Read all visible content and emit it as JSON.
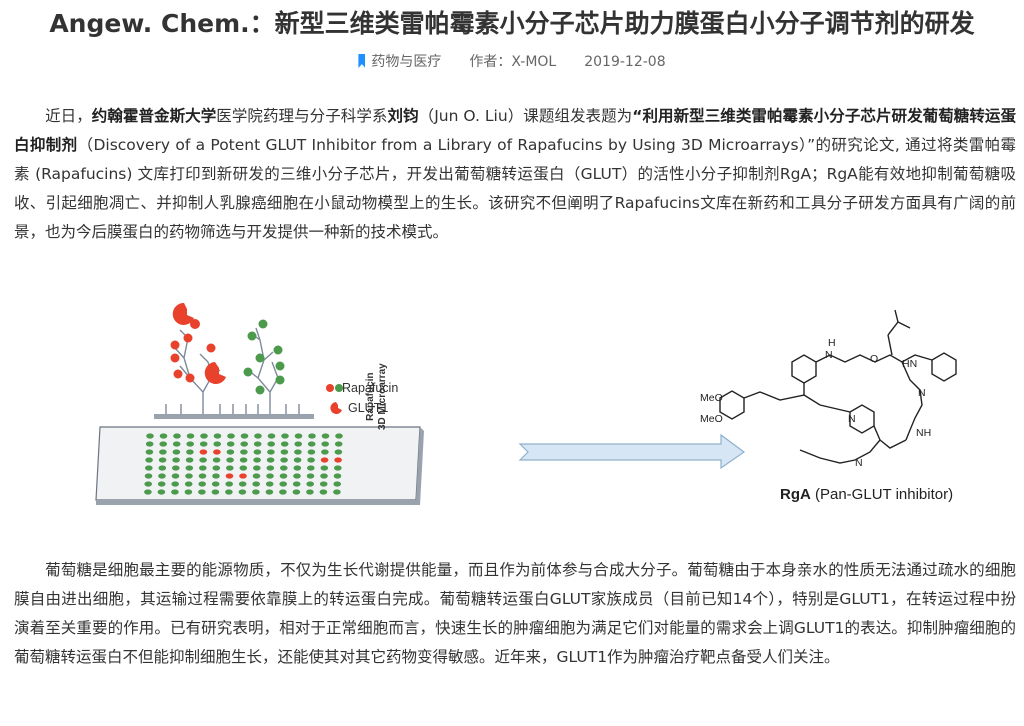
{
  "article": {
    "title": "Angew. Chem.：新型三维类雷帕霉素小分子芯片助力膜蛋白小分子调节剂的研发",
    "category": "药物与医疗",
    "author_label": "作者：X-MOL",
    "date": "2019-12-08"
  },
  "paragraph1": {
    "t1": "近日，",
    "b1": "约翰霍普金斯大学",
    "t2": "医学院药理与分子科学系",
    "b2": "刘钧",
    "t3": "（Jun O. Liu）课题组发表题为",
    "b3": "“利用新型三维类雷帕霉素小分子芯片研发葡萄糖转运蛋白抑制剂",
    "t4": "（Discovery of a Potent GLUT Inhibitor from a Library of Rapafucins by Using 3D Microarrays）”的研究论文, 通过将类雷帕霉素 (Rapafucins) 文库打印到新研发的三维小分子芯片，开发出葡萄糖转运蛋白（GLUT）的活性小分子抑制剂RgA；RgA能有效地抑制葡萄糖吸收、引起细胞凋亡、并抑制人乳腺癌细胞在小鼠动物模型上的生长。该研究不但阐明了Rapafucins文库在新药和工具分子研发方面具有广阔的前景，也为今后膜蛋白的药物筛选与开发提供一种新的技术模式。"
  },
  "figure": {
    "legend_rapafucin": "Rapafucin",
    "legend_glut1": "GLUT1",
    "chip_label_line1": "Rapafucin",
    "chip_label_line2": "3D Microarray",
    "compound_name": "RgA",
    "compound_desc": "(Pan-GLUT inhibitor)",
    "atom_labels": {
      "meo": "MeO",
      "nh": "NH",
      "hn": "HN",
      "n": "N",
      "o": "O",
      "h": "H"
    },
    "colors": {
      "red": "#e8412c",
      "green": "#4c9a4c",
      "arrow_fill": "#d6e6f5",
      "arrow_stroke": "#8fb0cc",
      "bookmark": "#1e90ff"
    }
  },
  "paragraph2": {
    "text": "葡萄糖是细胞最主要的能源物质，不仅为生长代谢提供能量，而且作为前体参与合成大分子。葡萄糖由于本身亲水的性质无法通过疏水的细胞膜自由进出细胞，其运输过程需要依靠膜上的转运蛋白完成。葡萄糖转运蛋白GLUT家族成员（目前已知14个），特别是GLUT1，在转运过程中扮演着至关重要的作用。已有研究表明，相对于正常细胞而言，快速生长的肿瘤细胞为满足它们对能量的需求会上调GLUT1的表达。抑制肿瘤细胞的葡萄糖转运蛋白不但能抑制细胞生长，还能使其对其它药物变得敏感。近年来，GLUT1作为肿瘤治疗靶点备受人们关注。"
  }
}
